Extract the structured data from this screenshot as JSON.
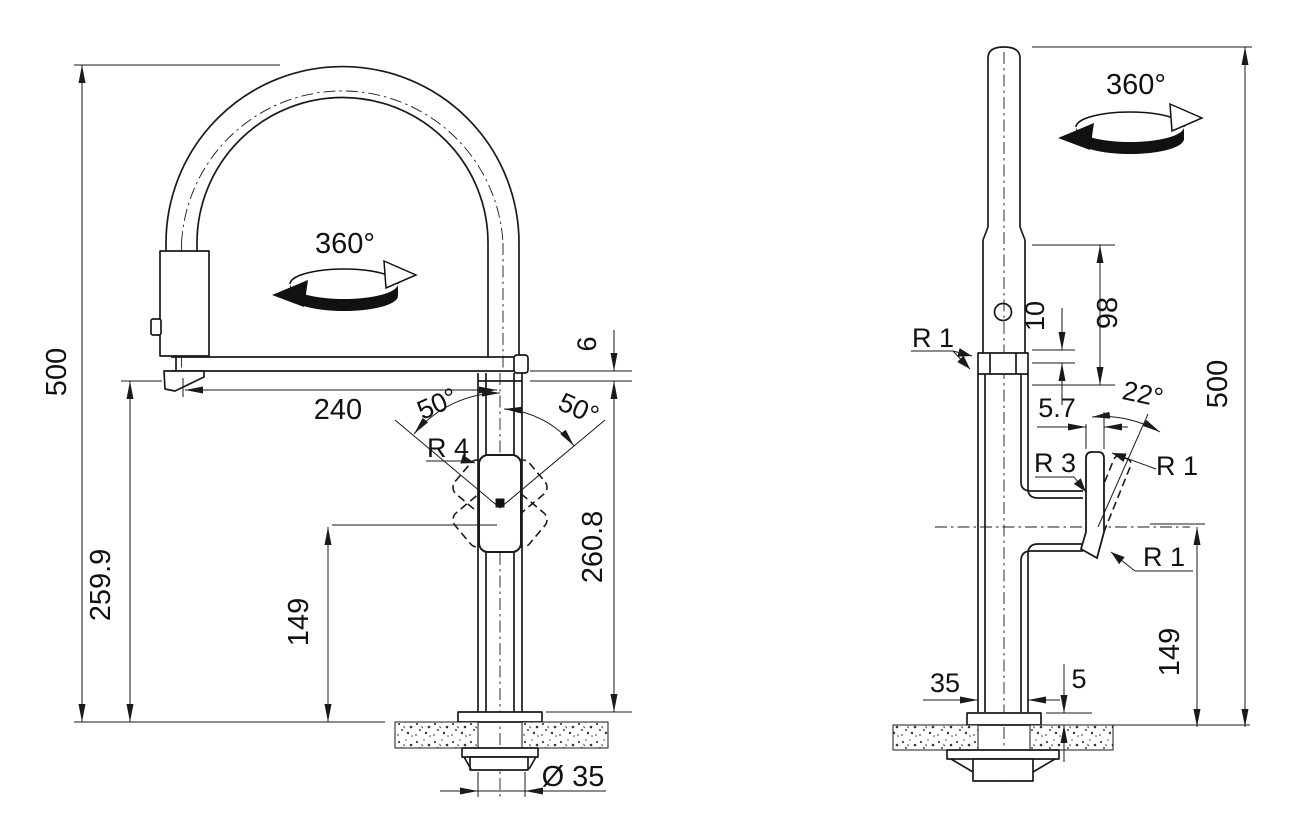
{
  "front_view": {
    "rotation_label": "360°",
    "dims": {
      "total_height": "500",
      "outlet_height": "259.9",
      "handle_height": "149",
      "spout_reach": "240",
      "deck_thickness": "6",
      "body_height": "260.8",
      "hole_diameter": "Ø 35",
      "handle_swivel_left": "50°",
      "handle_swivel_right": "50°",
      "handle_corner_radius": "R 4"
    }
  },
  "side_view": {
    "rotation_label": "360°",
    "dims": {
      "total_height": "500",
      "handle_height": "149",
      "spray_head_length": "98",
      "clip_offset": "10",
      "collar_corner_radius": "R 1",
      "handle_front_offset": "5.7",
      "handle_tilt_angle": "22°",
      "handle_base_radius": "R 3",
      "lever_top_radius": "R 1",
      "lever_bottom_radius": "R 1",
      "shank_width": "35",
      "flange_thickness": "5"
    }
  },
  "colors": {
    "line": "#1a1a1a",
    "background": "#ffffff"
  }
}
